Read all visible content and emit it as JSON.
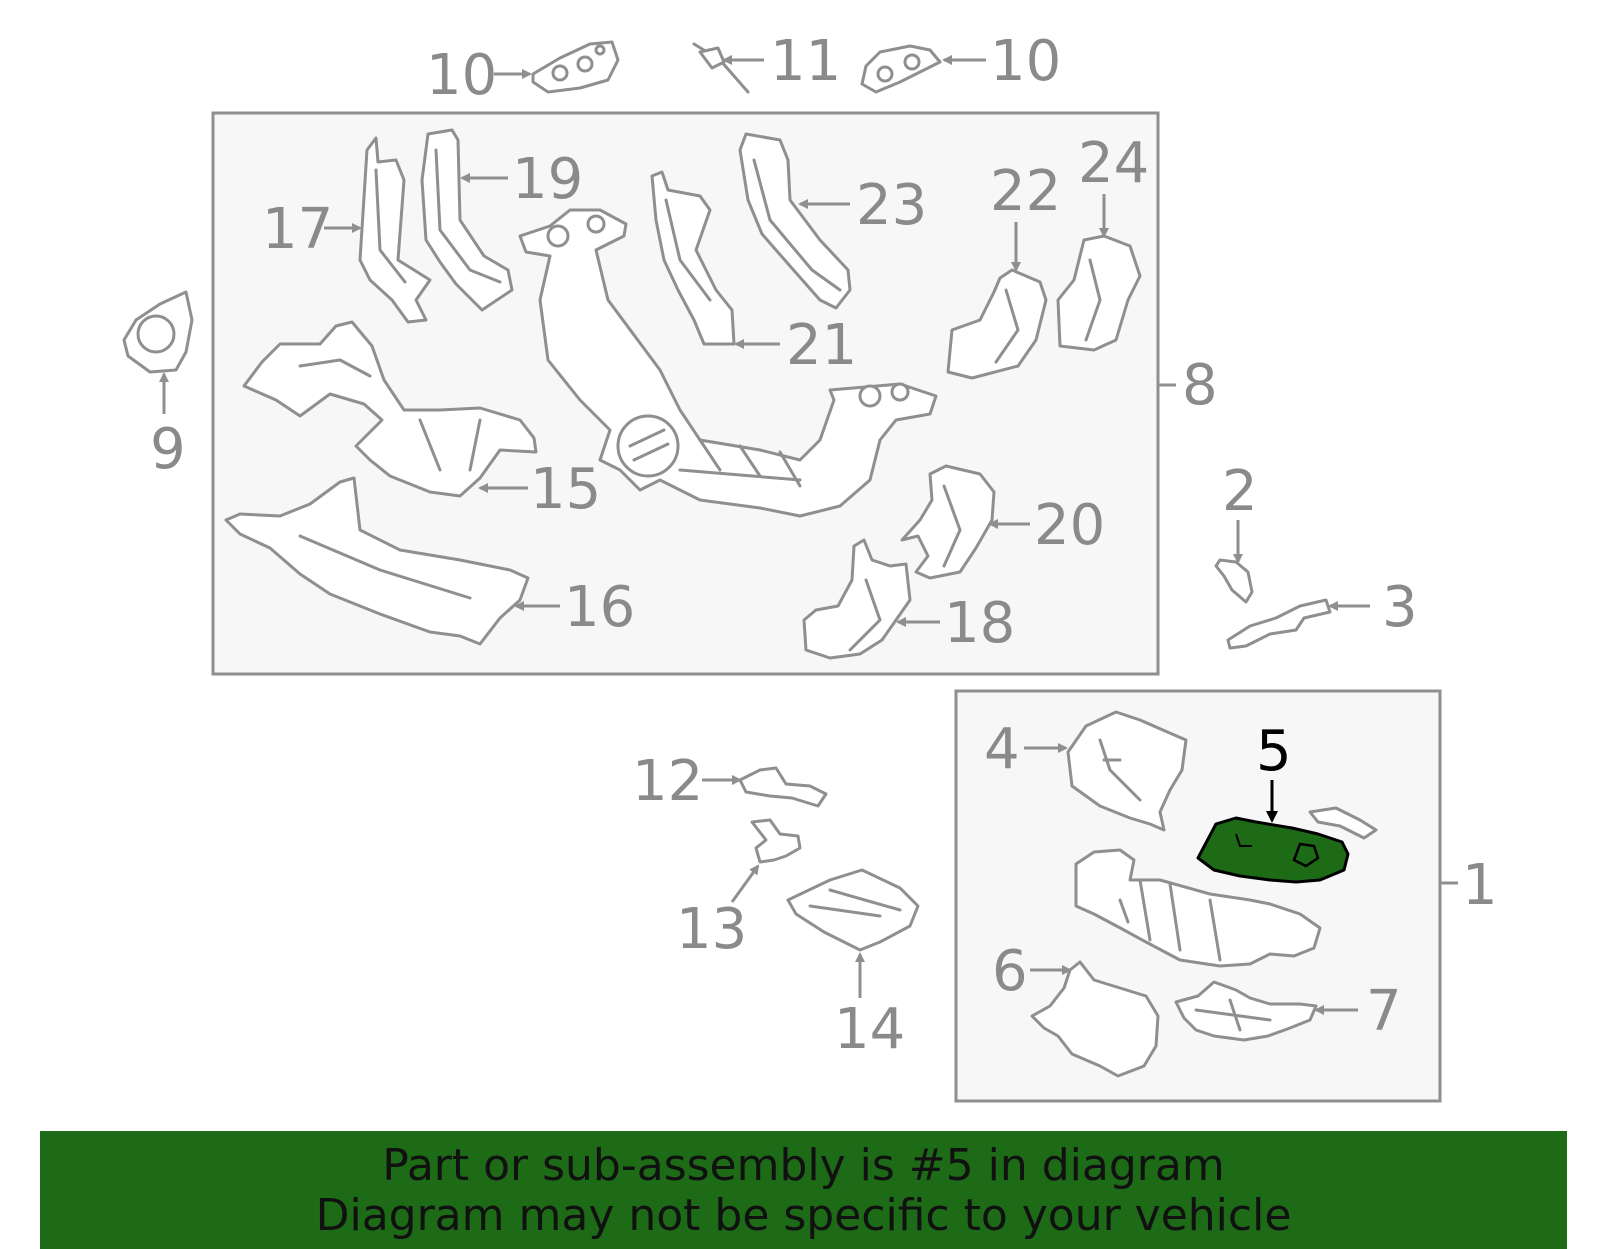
{
  "diagram": {
    "colors": {
      "part_outline": "#8f8f8f",
      "label": "#8a8a8a",
      "group_fill": "#f7f7f7",
      "highlight_part": "#1d6b16",
      "highlight_label": "#000000"
    },
    "highlighted_part": "5",
    "callouts": {
      "c1": "1",
      "c2": "2",
      "c3": "3",
      "c4": "4",
      "c5": "5",
      "c6": "6",
      "c7": "7",
      "c8": "8",
      "c9": "9",
      "c10a": "10",
      "c10b": "10",
      "c11": "11",
      "c12": "12",
      "c13": "13",
      "c14": "14",
      "c15": "15",
      "c16": "16",
      "c17": "17",
      "c18": "18",
      "c19": "19",
      "c20": "20",
      "c21": "21",
      "c22": "22",
      "c23": "23",
      "c24": "24"
    }
  },
  "banner": {
    "line1": "Part or sub-assembly is #5 in diagram",
    "line2": "Diagram may not be specific to your vehicle",
    "background": "#1d6b16"
  }
}
